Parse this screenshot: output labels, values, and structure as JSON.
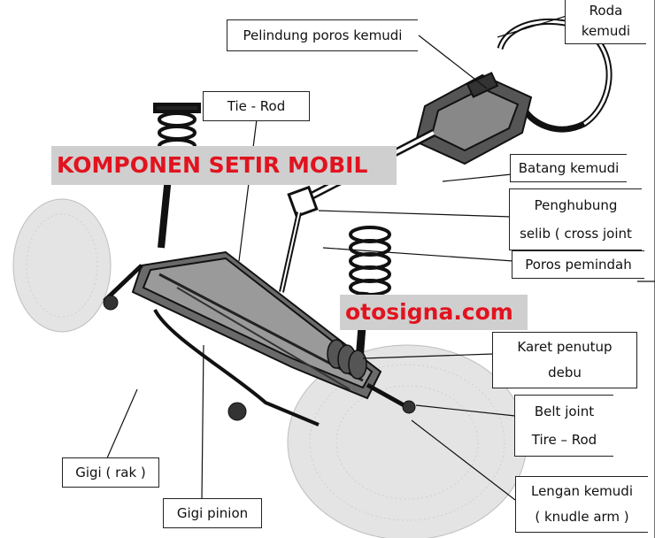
{
  "title_banner": "KOMPONEN SETIR MOBIL",
  "watermark": "otosigna.com",
  "callouts": {
    "roda_kemudi": [
      "Roda",
      "kemudi"
    ],
    "pelindung_poros": "Pelindung poros kemudi",
    "tie_rod_top": "Tie - Rod",
    "batang_kemudi": "Batang kemudi",
    "penghubung": [
      "Penghubung",
      "selib ( cross joint"
    ],
    "poros_pemindah": "Poros pemindah",
    "karet_penutup": [
      "Karet penutup",
      "debu"
    ],
    "belt_joint": [
      "Belt joint",
      "Tire – Rod"
    ],
    "gigi_rak": "Gigi ( rak )",
    "gigi_pinion": "Gigi pinion",
    "lengan_kemudi": [
      "Lengan kemudi",
      "( knudle arm )"
    ]
  }
}
